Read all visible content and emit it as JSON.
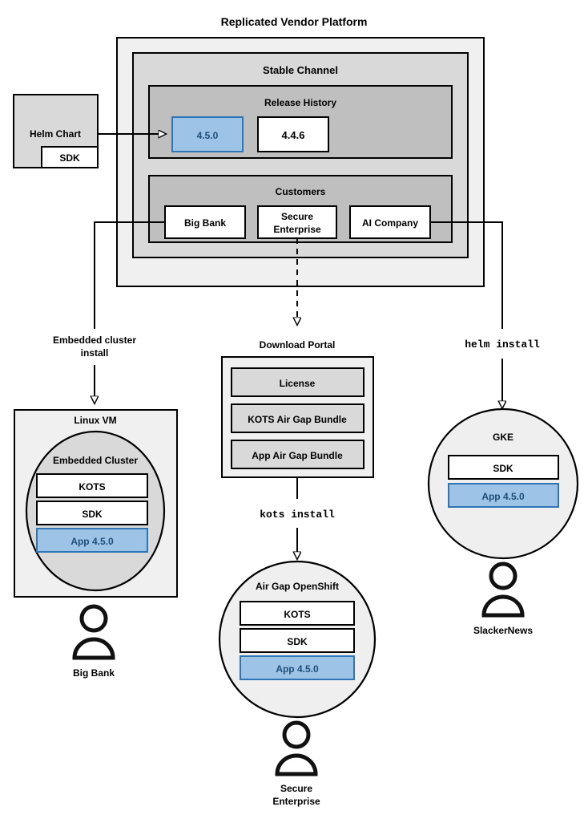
{
  "diagram": {
    "title": "Replicated Vendor Platform",
    "platform": {
      "channel_label": "Stable Channel",
      "release_history": {
        "label": "Release History",
        "releases": [
          {
            "version": "4.5.0",
            "state": "current",
            "color": "#9DC3E6"
          },
          {
            "version": "4.4.6",
            "state": "previous",
            "color": "#FFFFFF"
          }
        ]
      },
      "customers": {
        "label": "Customers",
        "items": [
          {
            "name": "Big Bank"
          },
          {
            "name": "Secure Enterprise"
          },
          {
            "name": "AI Company"
          }
        ]
      }
    },
    "source": {
      "label": "Helm Chart",
      "sub_label": "SDK"
    },
    "edges": {
      "embedded_install": "Embedded cluster\ninstall",
      "embedded_install_line1": "Embedded cluster",
      "embedded_install_line2": "install",
      "helm_install": "helm install",
      "kots_install": "kots install"
    },
    "download_portal": {
      "label": "Download Portal",
      "artifacts": [
        "License",
        "KOTS Air Gap Bundle",
        "App Air Gap Bundle"
      ]
    },
    "targets": [
      {
        "id": "linux-vm",
        "host_label": "Linux VM",
        "cluster_label": "Embedded Cluster",
        "components": [
          {
            "name": "KOTS",
            "style": "white"
          },
          {
            "name": "SDK",
            "style": "white"
          },
          {
            "name": "App 4.5.0",
            "style": "blue"
          }
        ],
        "owner": "Big Bank"
      },
      {
        "id": "airgap-openshift",
        "host_label": "Air Gap OpenShift",
        "components": [
          {
            "name": "KOTS",
            "style": "white"
          },
          {
            "name": "SDK",
            "style": "white"
          },
          {
            "name": "App 4.5.0",
            "style": "blue"
          }
        ],
        "owner_line1": "Secure",
        "owner_line2": "Enterprise"
      },
      {
        "id": "gke",
        "host_label": "GKE",
        "components": [
          {
            "name": "SDK",
            "style": "white"
          },
          {
            "name": "App 4.5.0",
            "style": "blue"
          }
        ],
        "owner": "SlackerNews"
      }
    ],
    "colors": {
      "accent_blue_fill": "#9DC3E6",
      "accent_blue_stroke": "#2E75B6",
      "accent_blue_text": "#1F4E79",
      "shell_grey": "#F0F0F0",
      "panel_grey": "#D9D9D9",
      "inner_grey": "#BFBFBF",
      "line": "#000000"
    }
  }
}
